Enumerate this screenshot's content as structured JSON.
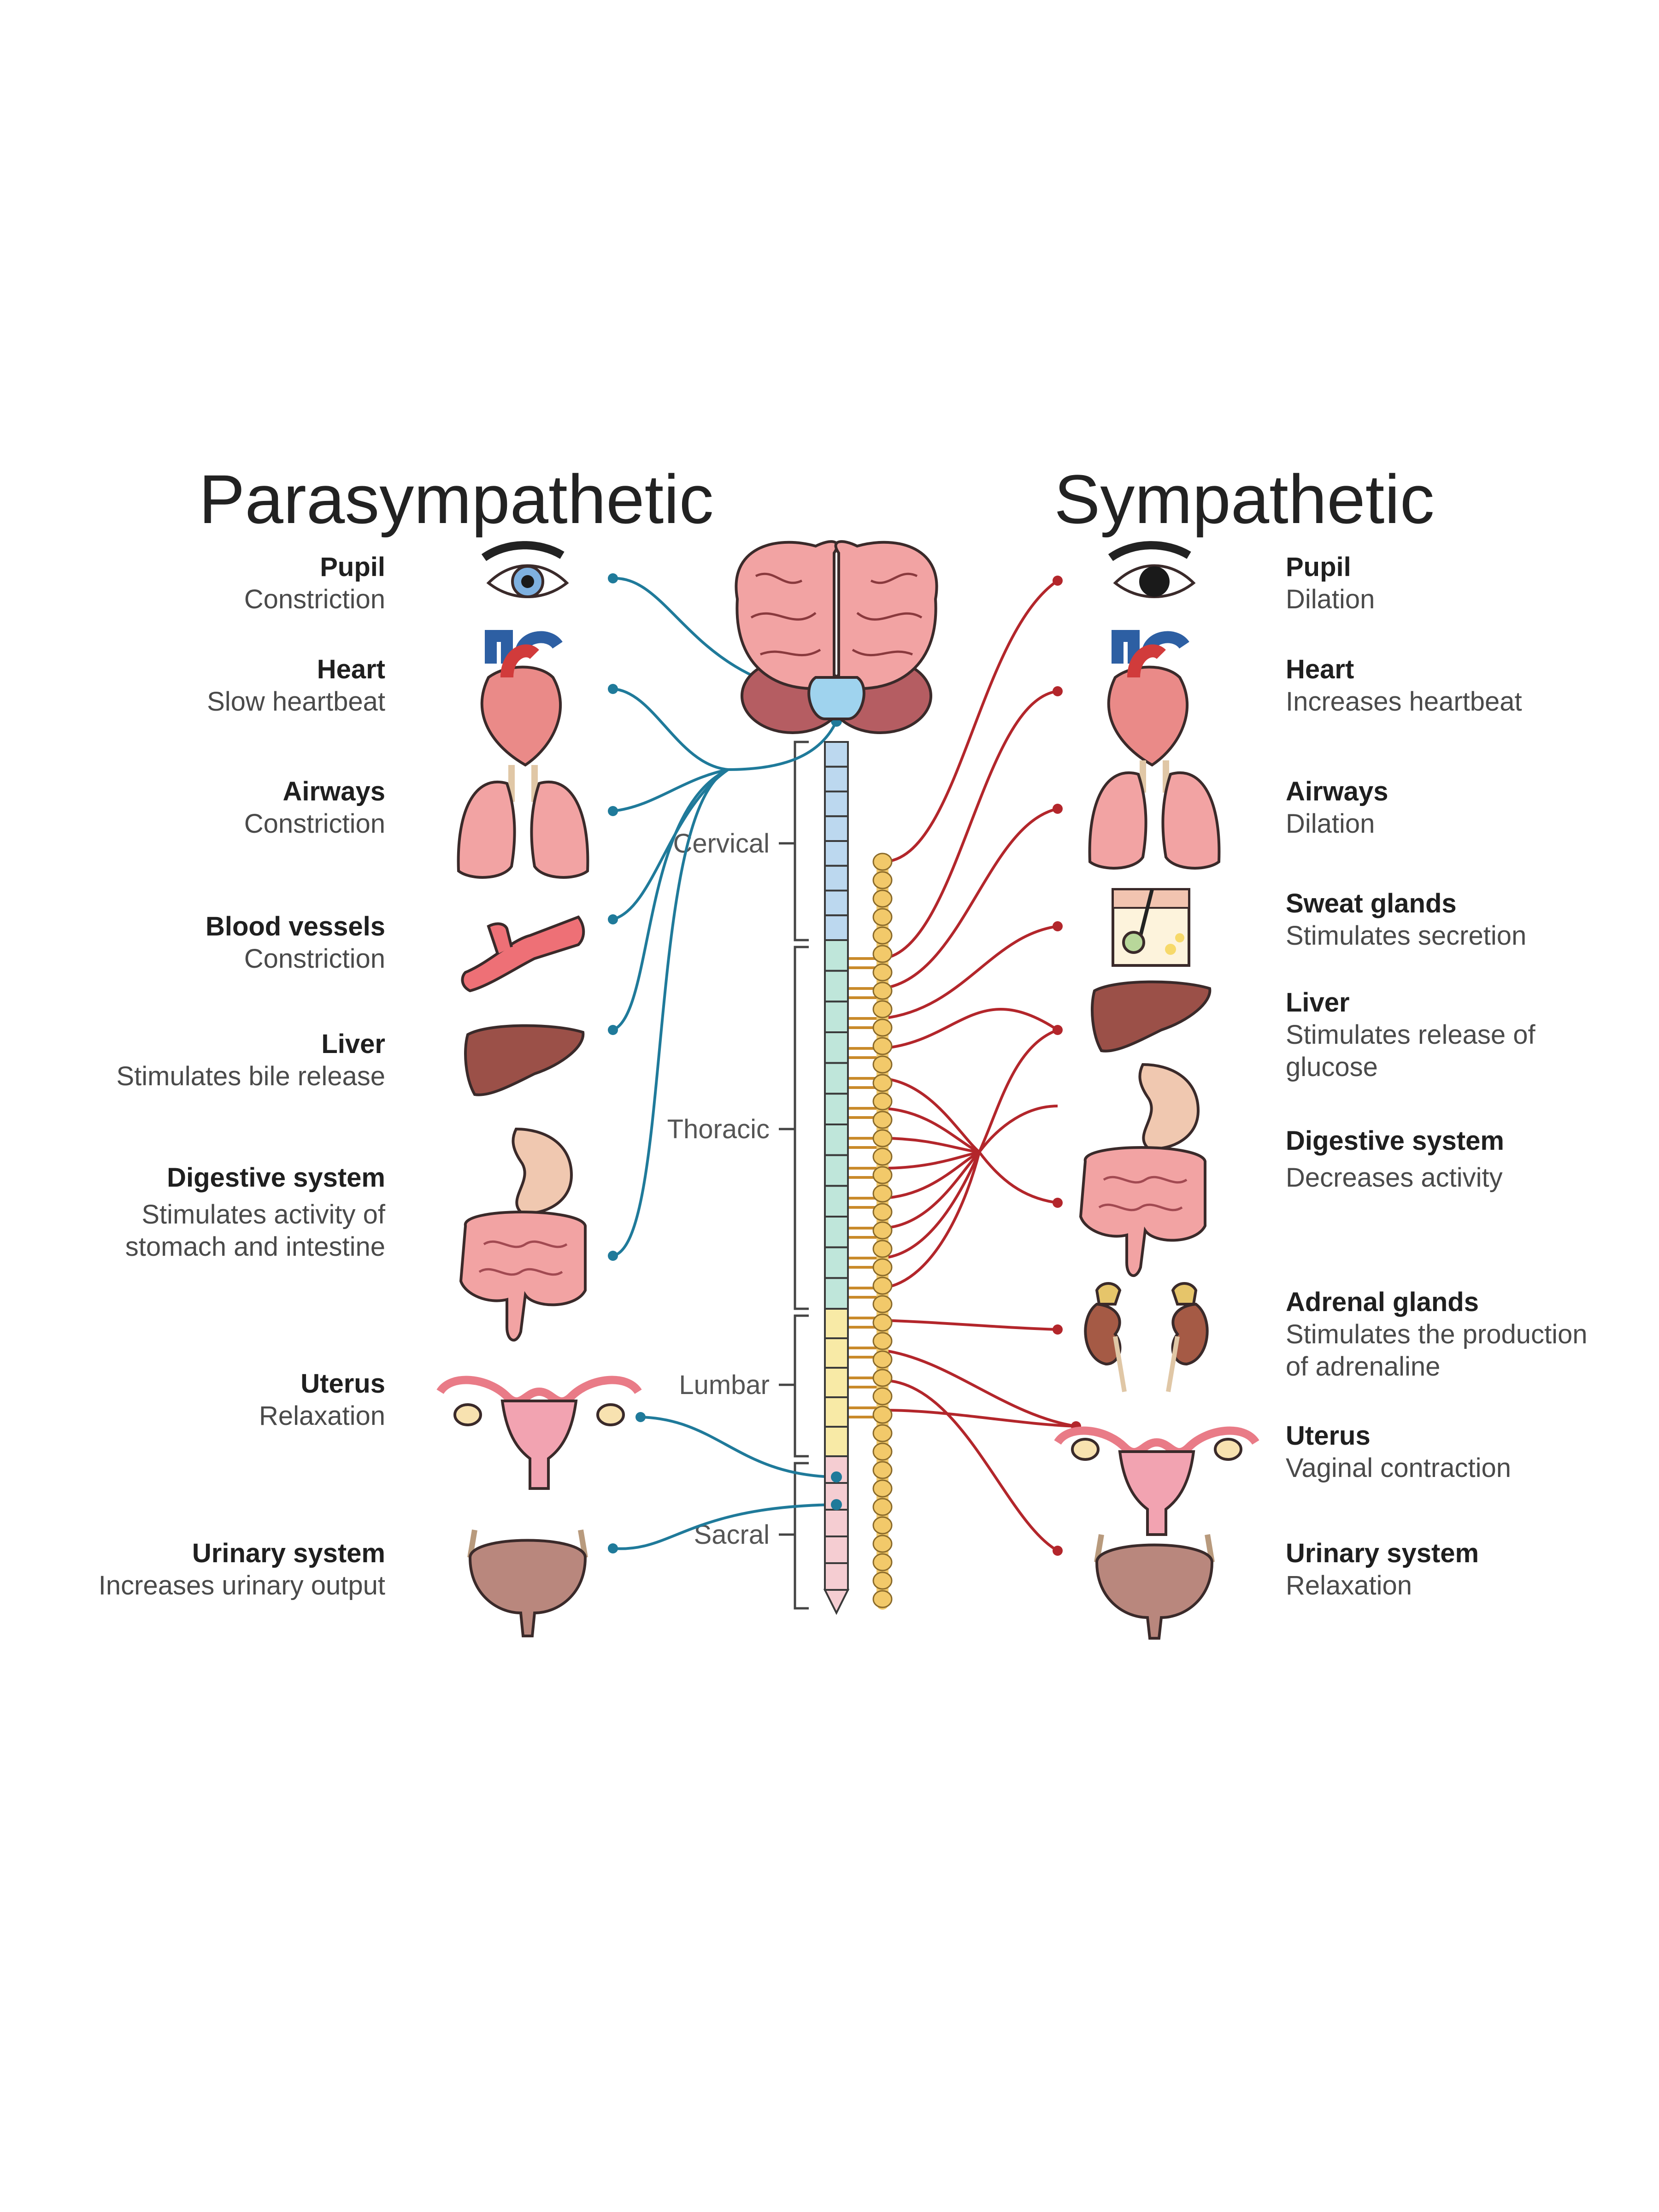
{
  "titles": {
    "left": "Parasympathetic",
    "right": "Sympathetic"
  },
  "parasympathetic": [
    {
      "name": "Pupil",
      "effect": [
        "Constriction"
      ],
      "icon": "eye-icon"
    },
    {
      "name": "Heart",
      "effect": [
        "Slow heartbeat"
      ],
      "icon": "heart-icon"
    },
    {
      "name": "Airways",
      "effect": [
        "Constriction"
      ],
      "icon": "lungs-icon"
    },
    {
      "name": "Blood vessels",
      "effect": [
        "Constriction"
      ],
      "icon": "blood-vessel-icon"
    },
    {
      "name": "Liver",
      "effect": [
        "Stimulates bile release"
      ],
      "icon": "liver-icon"
    },
    {
      "name": "Digestive system",
      "effect": [
        "Stimulates activity of",
        "stomach and intestine"
      ],
      "icon": "digestive-system-icon"
    },
    {
      "name": "Uterus",
      "effect": [
        "Relaxation"
      ],
      "icon": "uterus-icon"
    },
    {
      "name": "Urinary system",
      "effect": [
        "Increases urinary output"
      ],
      "icon": "bladder-icon"
    }
  ],
  "sympathetic": [
    {
      "name": "Pupil",
      "effect": [
        "Dilation"
      ],
      "icon": "eye-icon"
    },
    {
      "name": "Heart",
      "effect": [
        "Increases heartbeat"
      ],
      "icon": "heart-icon"
    },
    {
      "name": "Airways",
      "effect": [
        "Dilation"
      ],
      "icon": "lungs-icon"
    },
    {
      "name": "Sweat glands",
      "effect": [
        "Stimulates secretion"
      ],
      "icon": "sweat-gland-icon"
    },
    {
      "name": "Liver",
      "effect": [
        "Stimulates release of",
        "glucose"
      ],
      "icon": "liver-icon"
    },
    {
      "name": "Digestive system",
      "effect": [
        "Decreases activity"
      ],
      "icon": "digestive-system-icon"
    },
    {
      "name": "Adrenal glands",
      "effect": [
        "Stimulates the production",
        "of adrenaline"
      ],
      "icon": "kidney-adrenal-icon"
    },
    {
      "name": "Uterus",
      "effect": [
        "Vaginal contraction"
      ],
      "icon": "uterus-icon"
    },
    {
      "name": "Urinary system",
      "effect": [
        "Relaxation"
      ],
      "icon": "bladder-icon"
    }
  ],
  "spinal_regions": [
    "Cervical",
    "Thoracic",
    "Lumbar",
    "Sacral"
  ],
  "colors": {
    "parasympathetic": "#1f7a9a",
    "sympathetic": "#b3262b",
    "cervical": "#bcd8ef",
    "thoracic": "#bfe6da",
    "lumbar": "#f8eaa6",
    "sacral": "#f5cdd2",
    "ganglion_chain": "#f2c96a",
    "brain": "#f2a3a3"
  }
}
